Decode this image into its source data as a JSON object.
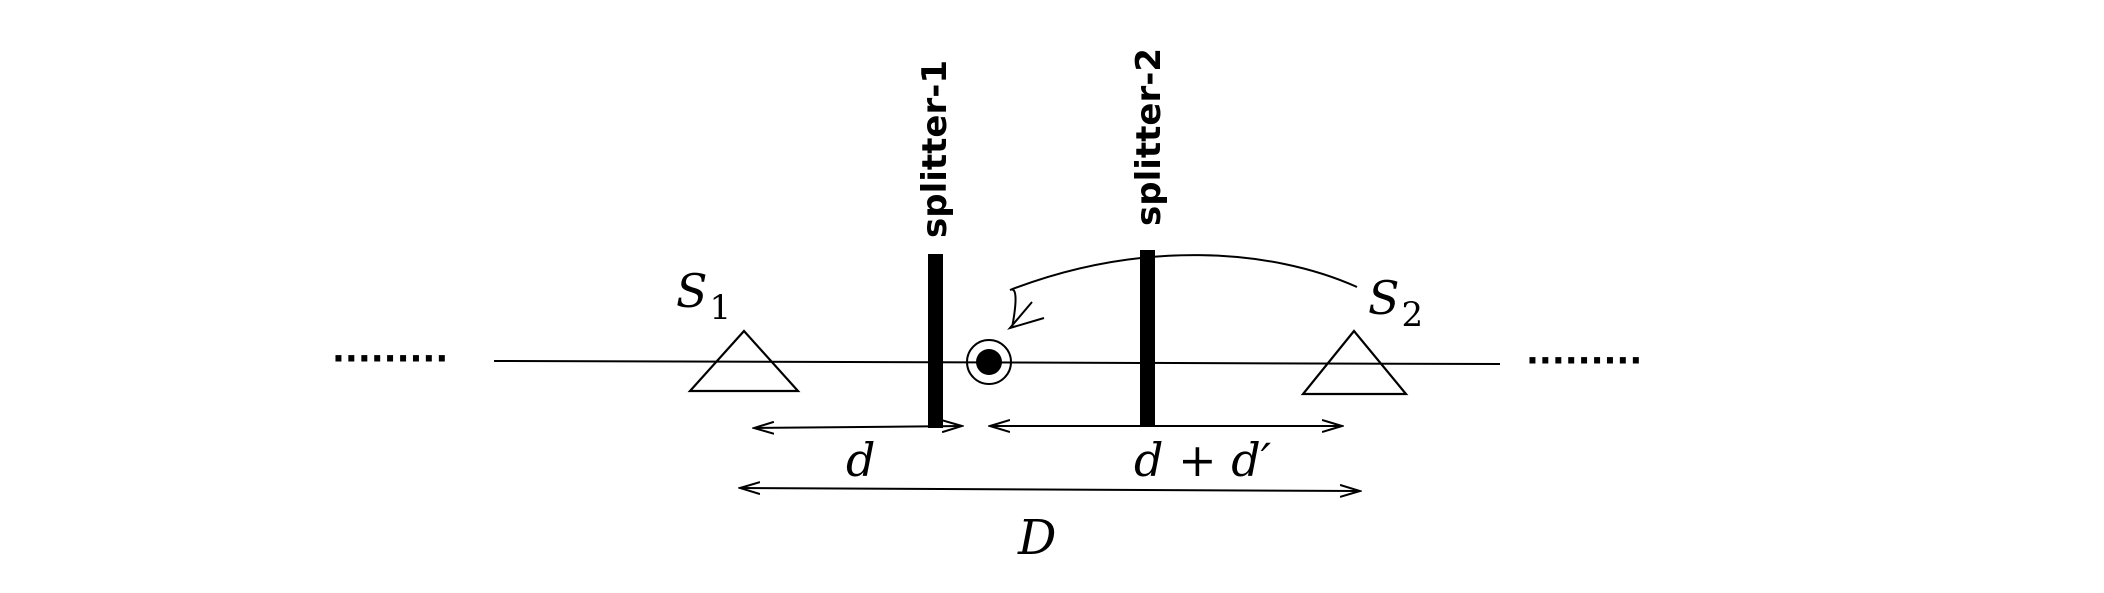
{
  "labels": {
    "s1_main": "S",
    "s1_sub": "1",
    "s2_main": "S",
    "s2_sub": "2",
    "splitter1": "splitter-1",
    "splitter2": "splitter-2",
    "d": "d",
    "d_plus_dprime": "d + d′",
    "D": "D",
    "left_dots": "·········",
    "right_dots": "·········"
  }
}
